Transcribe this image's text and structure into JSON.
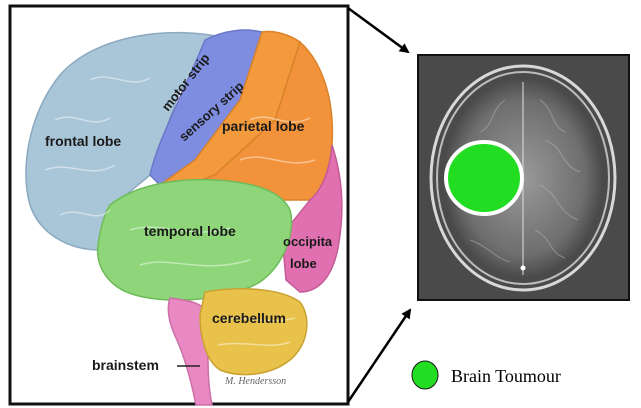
{
  "brain_labels": {
    "frontal_lobe": "frontal lobe",
    "motor_strip": "motor strip",
    "sensory_strip": "sensory strip",
    "parietal_lobe": "parietal lobe",
    "temporal_lobe": "temporal lobe",
    "occipital_line1": "occipita",
    "occipital_line2": "lobe",
    "cerebellum": "cerebellum",
    "brainstem": "brainstem",
    "signature": "M. Hendersson"
  },
  "legend": {
    "label": "Brain Toumour",
    "color": "#22dd22"
  },
  "colors": {
    "frontal": "#a9c6d9",
    "motor": "#7f8de0",
    "sensory": "#f29a3c",
    "parietal": "#f2923a",
    "temporal": "#8fd67a",
    "occipital": "#e070b0",
    "cerebellum": "#e8c24a",
    "brainstem": "#e889c4",
    "tumour": "#22dd22"
  }
}
